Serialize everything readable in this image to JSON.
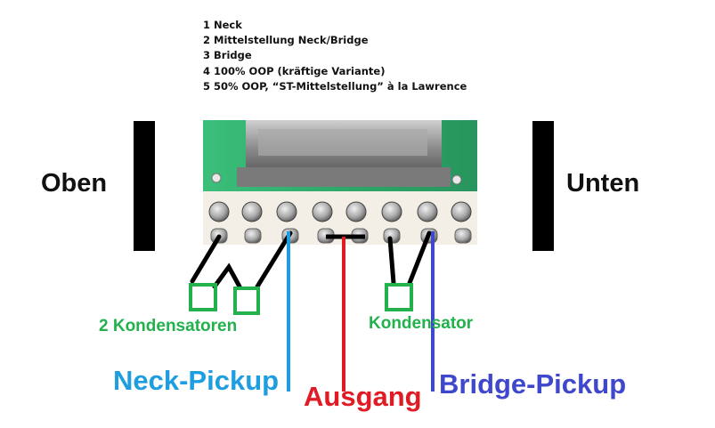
{
  "legend": [
    "1 Neck",
    "2 Mittelstellung Neck/Bridge",
    "3 Bridge",
    "4 100% OOP (kräftige Variante)",
    "5 50% OOP, “ST-Mittelstellung” à la Lawrence"
  ],
  "sides": {
    "left": "Oben",
    "right": "Unten"
  },
  "labels": {
    "capacitors_left": "2 Kondensatoren",
    "capacitor_right": "Kondensator",
    "neck_pickup": "Neck-Pickup",
    "output": "Ausgang",
    "bridge_pickup": "Bridge-Pickup"
  },
  "colors": {
    "capacitor": "#22b14c",
    "neck_pickup": "#1e9ee0",
    "output": "#e01b24",
    "bridge_pickup": "#3f48cc",
    "wire": "#000000",
    "pcb": "#2ea86a"
  }
}
